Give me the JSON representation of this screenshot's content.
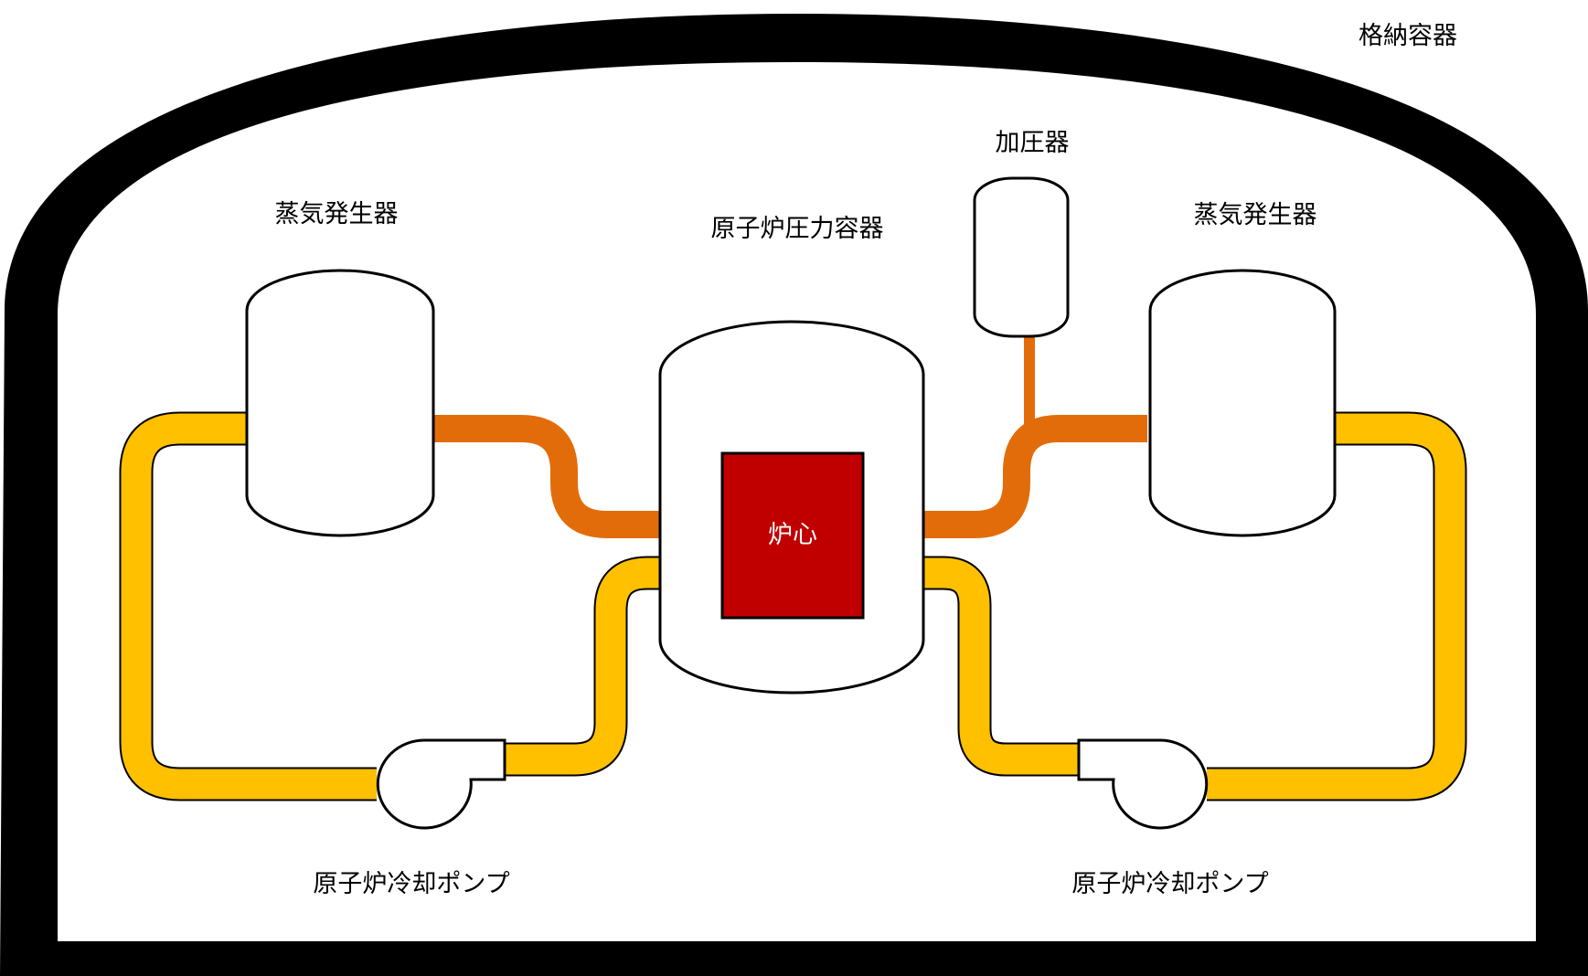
{
  "labels": {
    "containment": "格納容器",
    "pressurizer": "加圧器",
    "sg_left": "蒸気発生器",
    "sg_right": "蒸気発生器",
    "rpv": "原子炉圧力容器",
    "core": "炉心",
    "pump_left": "原子炉冷却ポンプ",
    "pump_right": "原子炉冷却ポンプ"
  },
  "colors": {
    "hot_leg": "#E36C0A",
    "cold_leg": "#FFC000",
    "core": "#C00000",
    "wall": "#000000"
  }
}
